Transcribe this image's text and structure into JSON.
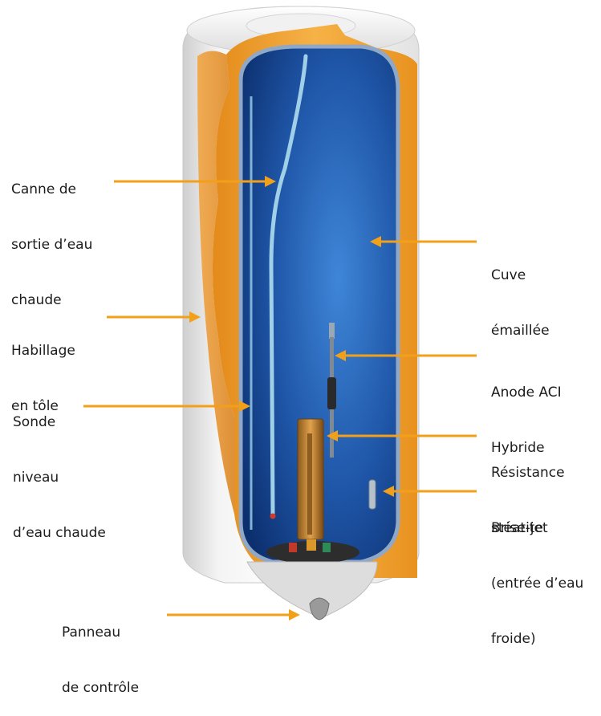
{
  "labels": {
    "canne": [
      "Canne de",
      "sortie d’eau",
      "chaude"
    ],
    "habillage": [
      "Habillage",
      "en tôle"
    ],
    "sonde": [
      "Sonde",
      "niveau",
      "d’eau chaude"
    ],
    "panneau": [
      "Panneau",
      "de contrôle"
    ],
    "cuve": [
      "Cuve",
      "émaillée"
    ],
    "anode": [
      "Anode ACI",
      "Hybride"
    ],
    "resistance": [
      "Résistance",
      "stéatite"
    ],
    "brise": [
      "Brise-jet",
      "(entrée d’eau",
      "froide)"
    ]
  },
  "colors": {
    "leader": "#F2A019",
    "insulation": "#F0A030",
    "tank": "#1F56A8",
    "casing": "#ECECEC"
  }
}
